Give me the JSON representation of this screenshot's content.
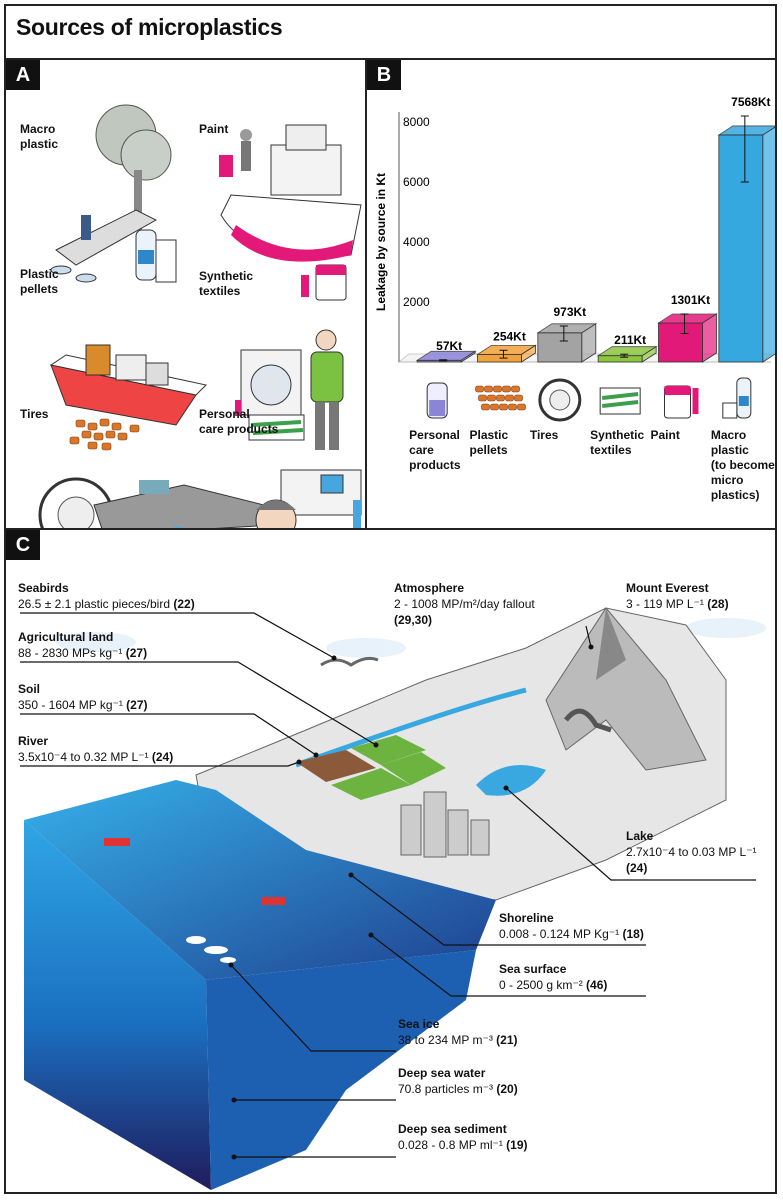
{
  "title": "Sources of microplastics",
  "panels": {
    "a": {
      "label": "A",
      "items": [
        {
          "label": "Macro\nplastic",
          "icon": "park-bench-bottles-icon"
        },
        {
          "label": "Paint",
          "icon": "boat-painting-icon"
        },
        {
          "label": "Plastic\npellets",
          "icon": "cargo-ship-pellets-icon"
        },
        {
          "label": "Synthetic\ntextiles",
          "icon": "washing-machine-person-icon"
        },
        {
          "label": "Tires",
          "icon": "car-tire-icon"
        },
        {
          "label": "Personal\ncare products",
          "icon": "person-cosmetics-icon"
        }
      ]
    },
    "b": {
      "label": "B",
      "icons": [
        "soap-bottle-icon",
        "pellets-icon",
        "tire-icon",
        "textile-icon",
        "paint-can-icon",
        "bottle-icon"
      ]
    },
    "c": {
      "label": "C",
      "annotations": [
        {
          "id": "seabirds",
          "title": "Seabirds",
          "value": "26.5 ± 2.1 plastic pieces/bird ",
          "ref": "(22)"
        },
        {
          "id": "agri",
          "title": "Agricultural land",
          "value": "88 - 2830 MPs kg⁻¹ ",
          "ref": "(27)"
        },
        {
          "id": "soil",
          "title": "Soil",
          "value": "350 - 1604 MP kg⁻¹ ",
          "ref": "(27)"
        },
        {
          "id": "river",
          "title": "River",
          "value": "3.5x10⁻4  to 0.32 MP L⁻¹ ",
          "ref": "(24)"
        },
        {
          "id": "atmosphere",
          "title": "Atmosphere",
          "value": "2 - 1008 MP/m²/day fallout",
          "ref": "(29,30)"
        },
        {
          "id": "everest",
          "title": "Mount Everest",
          "value": "3 - 119 MP L⁻¹ ",
          "ref": "(28)"
        },
        {
          "id": "lake",
          "title": "Lake",
          "value": "2.7x10⁻4 to 0.03 MP L⁻¹",
          "ref": "(24)"
        },
        {
          "id": "shoreline",
          "title": "Shoreline",
          "value": "0.008 - 0.124 MP Kg⁻¹ ",
          "ref": "(18)"
        },
        {
          "id": "seasurface",
          "title": "Sea surface",
          "value": "0 - 2500 g km⁻² ",
          "ref": "(46)"
        },
        {
          "id": "seaice",
          "title": "Sea ice",
          "value": "38 to 234 MP m⁻³ ",
          "ref": "(21)"
        },
        {
          "id": "deepwater",
          "title": "Deep sea water",
          "value": "70.8 particles m⁻³ ",
          "ref": "(20)"
        },
        {
          "id": "sediment",
          "title": "Deep sea sediment",
          "value": "0.028 - 0.8 MP ml⁻¹ ",
          "ref": "(19)"
        }
      ]
    }
  },
  "chart_data": {
    "type": "bar",
    "ylabel": "Leakage by source in Kt",
    "ylim": [
      0,
      8000
    ],
    "yticks": [
      2000,
      4000,
      6000,
      8000
    ],
    "categories": [
      "Personal\ncare\nproducts",
      "Plastic\npellets",
      "Tires",
      "Synthetic\ntextiles",
      "Paint",
      "Macro\nplastic\n(to become\nmicro\nplastics)"
    ],
    "values": [
      57,
      254,
      973,
      211,
      1301,
      7568
    ],
    "value_labels": [
      "57Kt",
      "254Kt",
      "973Kt",
      "211Kt",
      "1301Kt",
      "7568Kt"
    ],
    "error_low": [
      40,
      130,
      700,
      160,
      950,
      6000
    ],
    "error_high": [
      75,
      390,
      1200,
      260,
      1600,
      8200
    ],
    "colors": [
      "#8b85d6",
      "#f2a23c",
      "#a3a3a3",
      "#8cc63f",
      "#e3197a",
      "#36a8e0"
    ],
    "grid": false
  }
}
